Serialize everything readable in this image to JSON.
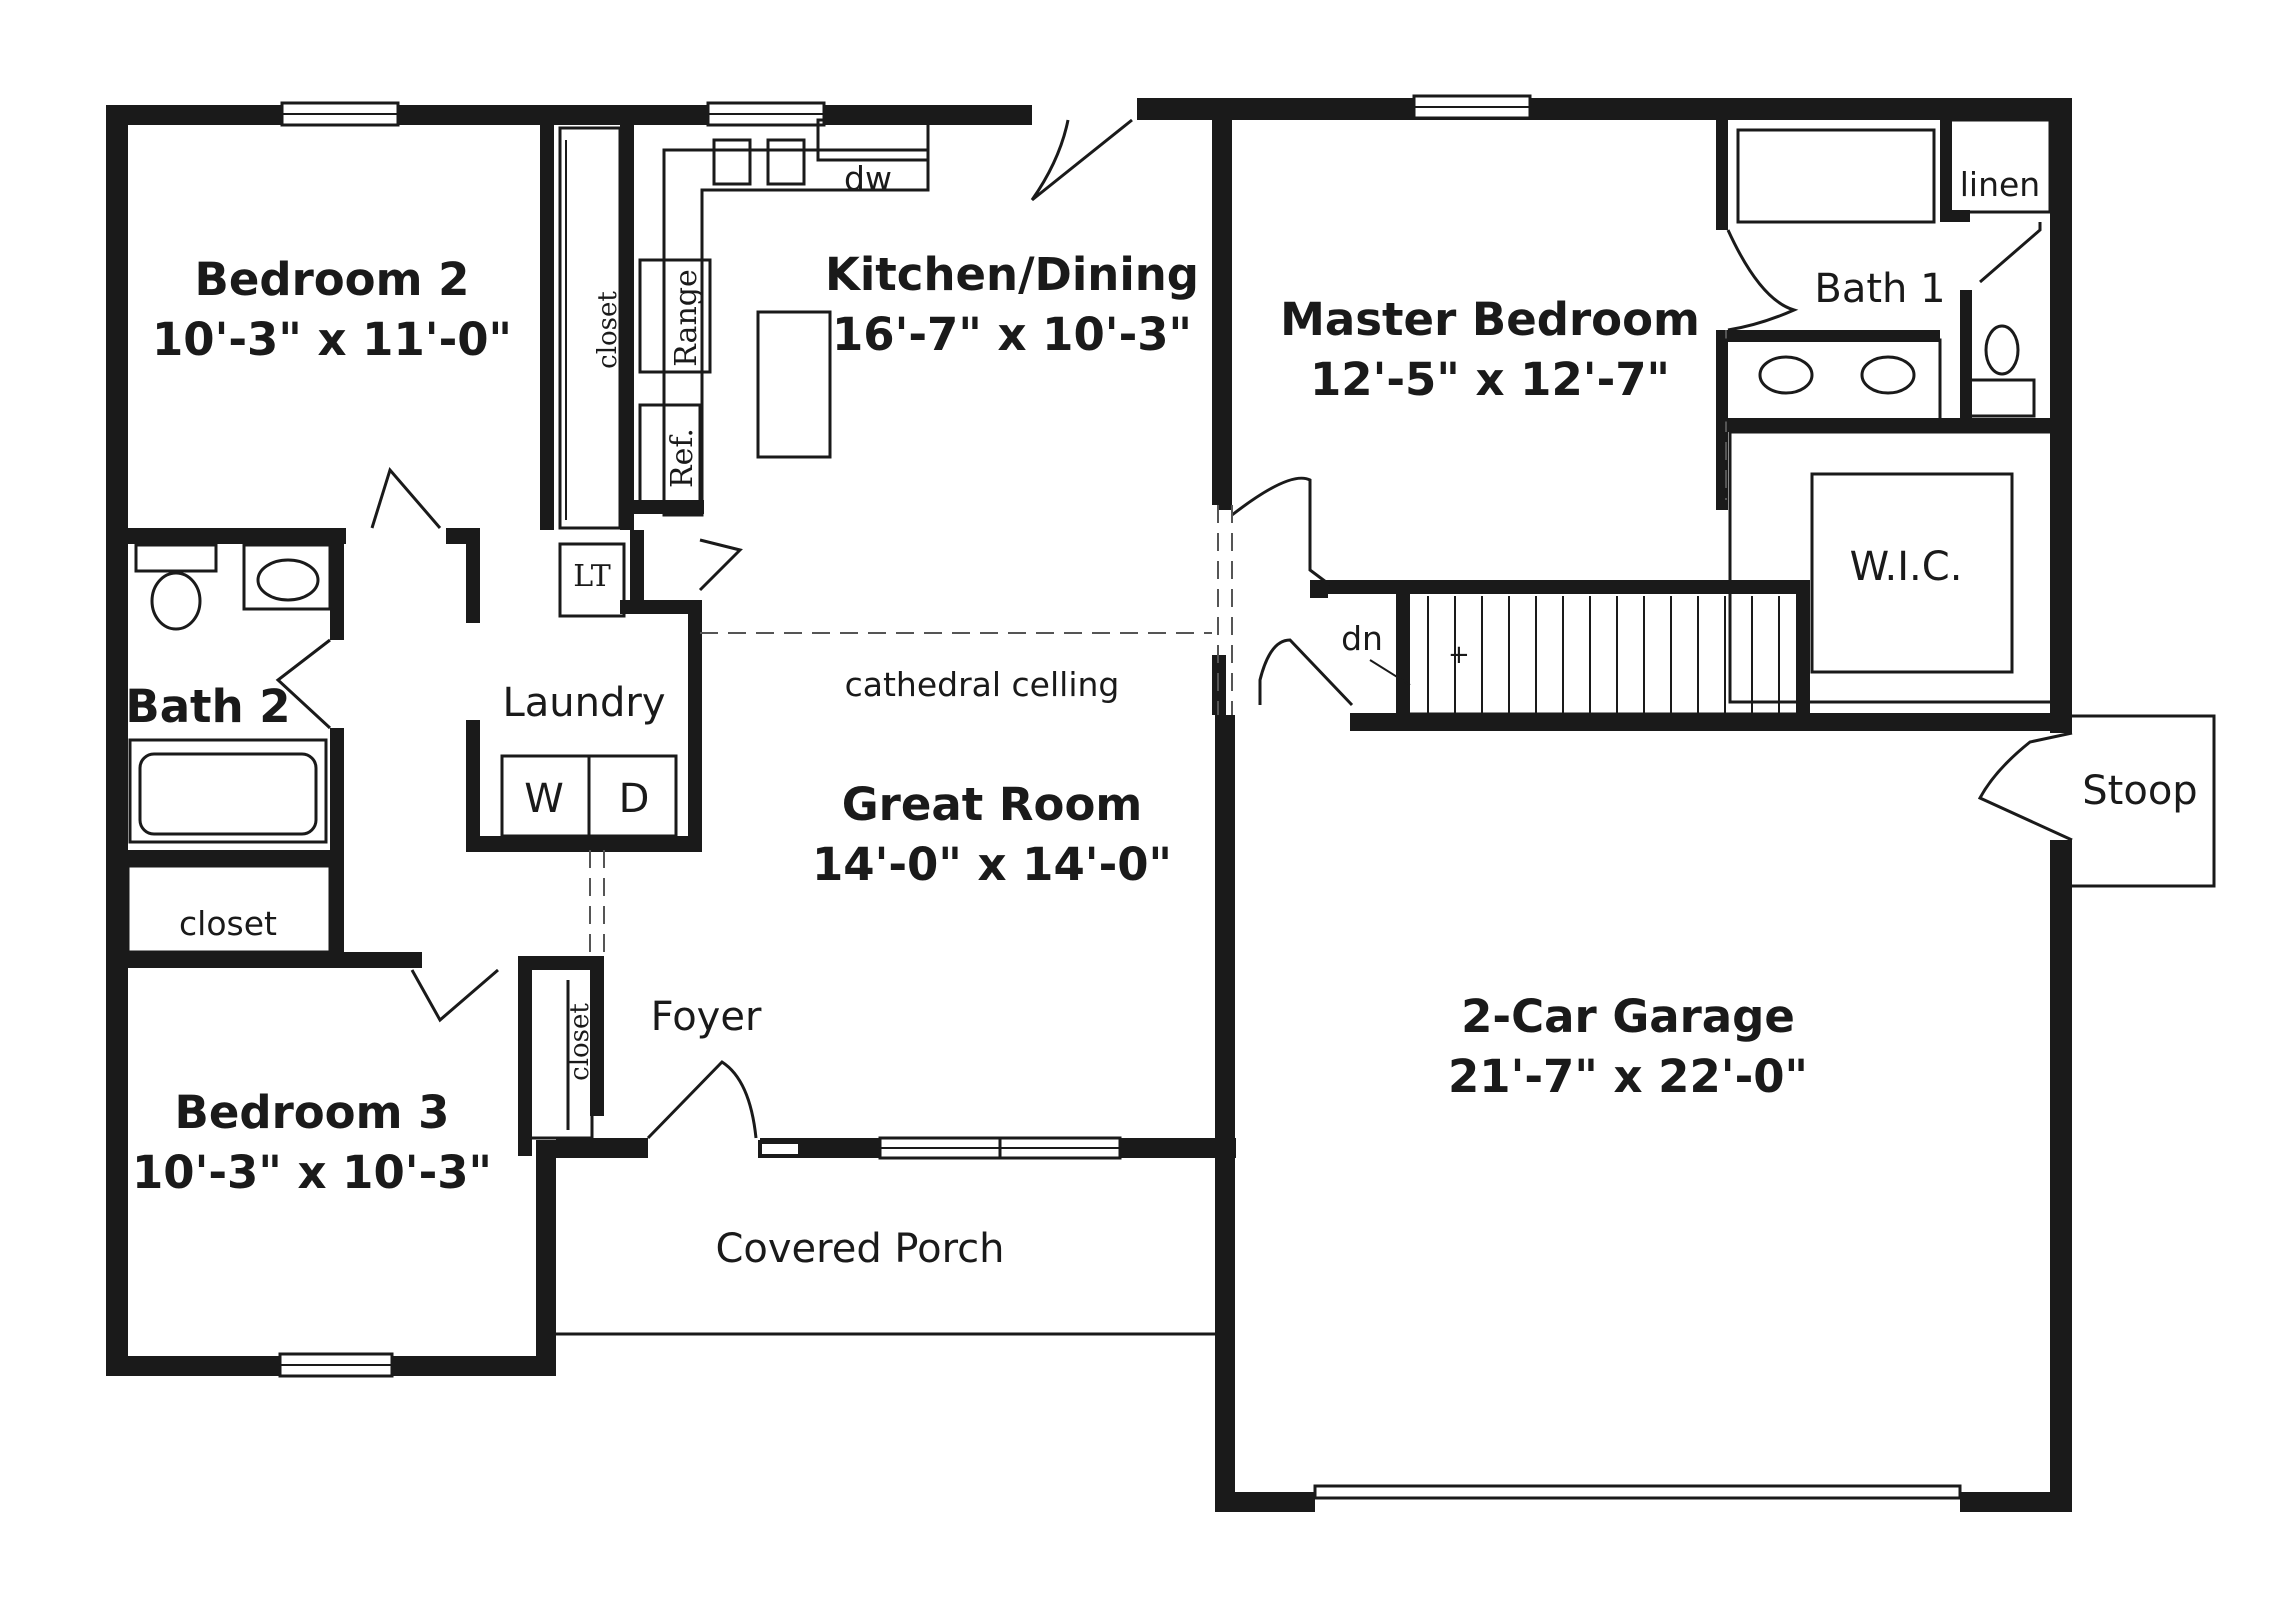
{
  "rooms": {
    "bedroom2": {
      "name": "Bedroom 2",
      "size": "10'-3\" x 11'-0\""
    },
    "kitchen": {
      "name": "Kitchen/Dining",
      "size": "16'-7\" x 10'-3\""
    },
    "master": {
      "name": "Master Bedroom",
      "size": "12'-5\" x 12'-7\""
    },
    "bath1": {
      "name": "Bath 1"
    },
    "wic": {
      "name": "W.I.C."
    },
    "bath2": {
      "name": "Bath 2"
    },
    "laundry": {
      "name": "Laundry"
    },
    "great_room": {
      "name": "Great Room",
      "size": "14'-0\" x 14'-0\""
    },
    "bedroom3": {
      "name": "Bedroom 3",
      "size": "10'-3\" x 10'-3\""
    },
    "foyer": {
      "name": "Foyer"
    },
    "garage": {
      "name": "2-Car Garage",
      "size": "21'-7\" x 22'-0\""
    },
    "porch": {
      "name": "Covered Porch"
    },
    "stoop": {
      "name": "Stoop"
    }
  },
  "labels": {
    "dw": "dw",
    "range": "Range",
    "ref": "Ref.",
    "closet": "closet",
    "linen": "linen",
    "lt": "LT",
    "washer": "W",
    "dryer": "D",
    "dn": "dn",
    "cathedral": "cathedral celling"
  }
}
